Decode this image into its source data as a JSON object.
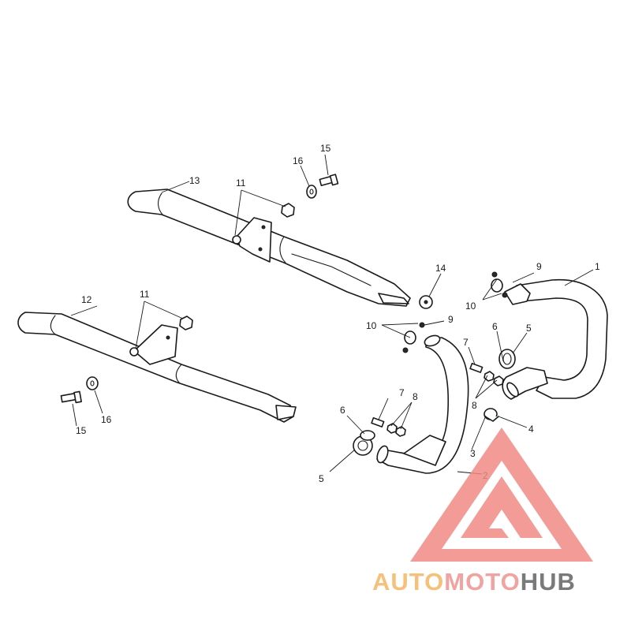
{
  "callouts": {
    "c1": "1",
    "c2": "2",
    "c3": "3",
    "c4": "4",
    "c5a": "5",
    "c5b": "5",
    "c6a": "6",
    "c6b": "6",
    "c7a": "7",
    "c7b": "7",
    "c8a": "8",
    "c8b": "8",
    "c9a": "9",
    "c9b": "9",
    "c10a": "10",
    "c10b": "10",
    "c11a": "11",
    "c11b": "11",
    "c12": "12",
    "c13": "13",
    "c14": "14",
    "c15a": "15",
    "c15b": "15",
    "c16a": "16",
    "c16b": "16"
  },
  "watermark": {
    "part1": "AUTO",
    "part2": "MOTO",
    "part3": "HUB",
    "color_auto": "#f5c07a",
    "color_moto": "#f0a3a0",
    "color_hub": "#7a7a7a",
    "color_logo": "#f08a86"
  }
}
